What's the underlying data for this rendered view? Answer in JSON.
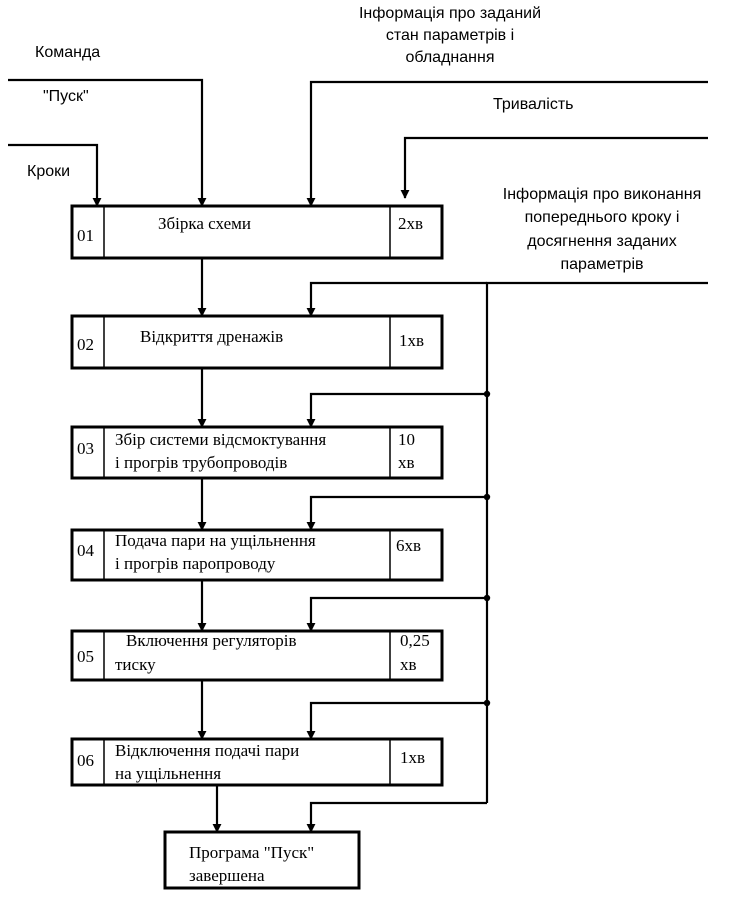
{
  "inputs": {
    "command_line1": "Команда",
    "command_line2": "\"Пуск\"",
    "steps_label": "Кроки",
    "info_state_line1": "Інформація про заданий",
    "info_state_line2": "стан параметрів і",
    "info_state_line3": "обладнання",
    "duration_label": "Тривалість",
    "info_prev_line1": "Інформація про виконання",
    "info_prev_line2": "попереднього кроку і",
    "info_prev_line3": "досягнення заданих",
    "info_prev_line4": "параметрів"
  },
  "steps": [
    {
      "num": "01",
      "line1": "Збірка схеми",
      "line2": "",
      "time1": "2хв",
      "time2": ""
    },
    {
      "num": "02",
      "line1": "Відкриття дренажів",
      "line2": "",
      "time1": "1хв",
      "time2": ""
    },
    {
      "num": "03",
      "line1": "Збір системи відсмоктування",
      "line2": "і прогрів трубопроводів",
      "time1": "10",
      "time2": "хв"
    },
    {
      "num": "04",
      "line1": "Подача пари на ущільнення",
      "line2": "і прогрів паропроводу",
      "time1": "6хв",
      "time2": ""
    },
    {
      "num": "05",
      "line1": "Включення регуляторів",
      "line2": "тиску",
      "time1": "0,25",
      "time2": "хв"
    },
    {
      "num": "06",
      "line1": "Відключення подачі пари",
      "line2": "на ущільнення",
      "time1": "1хв",
      "time2": ""
    }
  ],
  "final": {
    "line1": "Програма \"Пуск\"",
    "line2": "завершена"
  }
}
